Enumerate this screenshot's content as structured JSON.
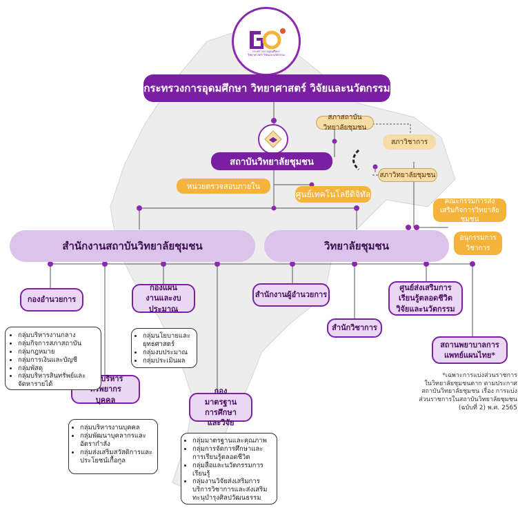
{
  "logo": {
    "text": "กระทรวงการอุดมศึกษา วิทยาศาสตร์ วิจัยและนวัตกรรม"
  },
  "ministry": "กระทรวงการอุดมศึกษา วิทยาศาสตร์ วิจัยและนวัตกรรม",
  "institute": "สถาบันวิทยาลัยชุมชน",
  "side_councils": {
    "institute_council": "สภาสถาบันวิทยาลัยชุมชน",
    "academic_council": "สภาวิชาการ",
    "college_council": "สภาวิทยาลัยชุมชน"
  },
  "internal_audit": "หน่วยตรวจสอบภายใน",
  "digital_center": "ศูนย์เทคโนโลยีดิจิทัล",
  "promo_committee": "คณะกรรมการส่งเสริมกิจการวิทยาลัยชุมชน",
  "academic_subcommittee": "อนุกรรมการวิชาการ",
  "office": "สำนักงานสถาบันวิทยาลัยชุมชน",
  "college": "วิทยาลัยชุมชน",
  "units": {
    "admin_div": "กองอำนวยการ",
    "plan_div": "กองแผนงานและงบประมาณ",
    "hr_div": "กองบริหารทรัพยากรบุคคล",
    "std_div": "กองมาตรฐานการศึกษาและวิจัย",
    "director_office": "สำนักงานผู้อำนวยการ",
    "academic_office": "สำนักวิชาการ",
    "lifelong_center": "ศูนย์ส่งเสริมการเรียนรู้ตลอดชีวิตวิจัยและนวัตกรรม",
    "thai_medicine": "สถานพยาบาลการแพทย์แผนไทย*"
  },
  "lists": {
    "admin": [
      "กลุ่มบริหารงานกลาง",
      "กลุ่มกิจการสภาสถาบัน",
      "กลุ่มกฎหมาย",
      "กลุ่มการเงินและบัญชี",
      "กลุ่มพัสดุ",
      "กลุ่มบริหารสินทรัพย์และจัดหารายได้"
    ],
    "plan": [
      "กลุ่มนโยบายและยุทธศาสตร์",
      "กลุ่มงบประมาณ",
      "กลุ่มประเมินผล"
    ],
    "hr": [
      "กลุ่มบริหารงานบุคคล",
      "กลุ่มพัฒนาบุคลากรและอัตรากำลัง",
      "กลุ่มส่งเสริมสวัสดิการและประโยชน์เกื้อกูล"
    ],
    "std": [
      "กลุ่มมาตรฐานและคุณภาพ",
      "กลุ่มการจัดการศึกษาและการเรียนรู้ตลอดชีวิต",
      "กลุ่มสื่อและนวัตกรรมการเรียนรู้",
      "กลุ่มงานวิจัยส่งเสริมการบริการวิชาการและส่งเสริมทะนุบำรุงศิลปวัฒนธรรม"
    ]
  },
  "note": [
    "*เฉพาะการแบ่งส่วนราชการ",
    "ในวิทยาลัยชุมชนตาก ตามประกาศ",
    "สถาบันวิทยาลัยชุมชน เรื่อง การแบ่ง",
    "ส่วนราชการในสถาบันวิทยาลัยชุมชน",
    "(ฉบับที่ 2) พ.ศ. 2565"
  ],
  "colors": {
    "purple": "#7a1fa2",
    "orange": "#f4b43c",
    "lavender": "#dcc3ea"
  }
}
